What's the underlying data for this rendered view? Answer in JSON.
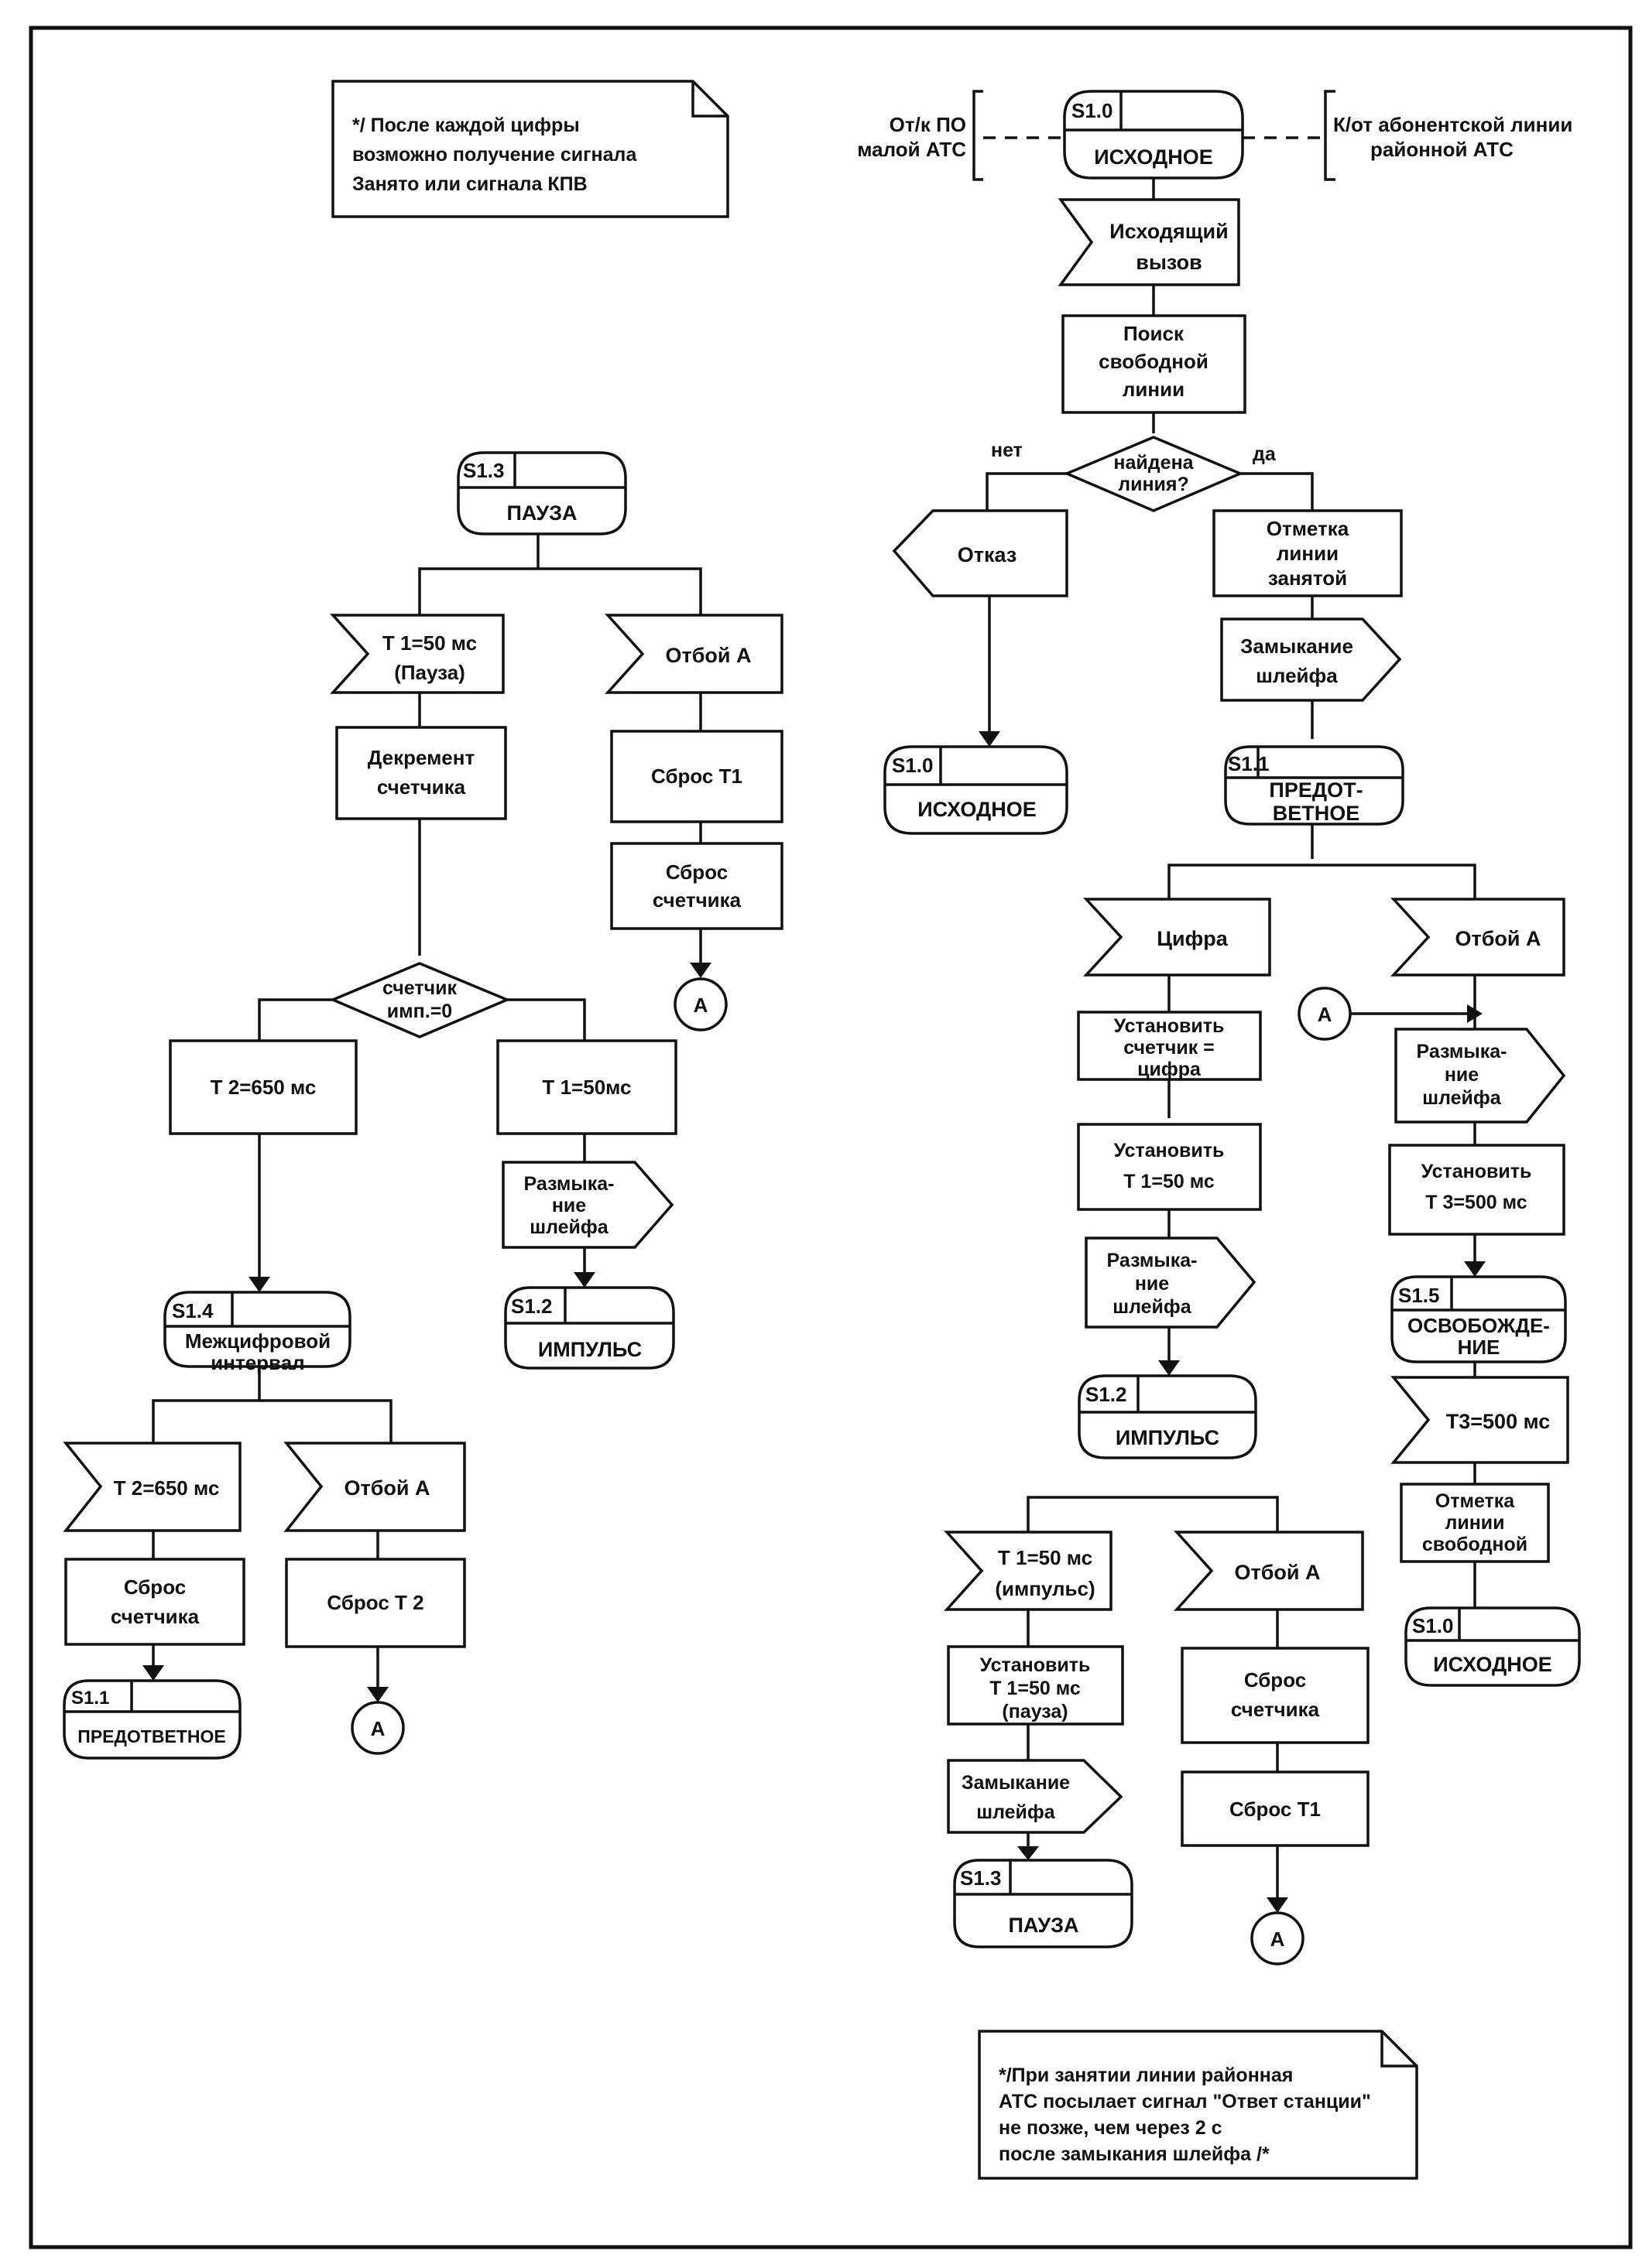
{
  "notes": {
    "top": [
      "*/ После каждой цифры",
      "возможно получение сигнала",
      "Занято или сигнала КПВ"
    ],
    "bottom": [
      "*/При занятии линии районная",
      "АТС посылает сигнал \"Ответ станции\"",
      "не позже, чем через 2 с",
      "после замыкания шлейфа /*"
    ]
  },
  "side_labels": {
    "left": [
      "От/к ПО",
      "малой АТС"
    ],
    "right": [
      "К/от абонентской линии",
      "районной АТС"
    ]
  },
  "states": {
    "s10_top": {
      "id": "S1.0",
      "name": [
        "ИСХОДНОЕ"
      ]
    },
    "s10_refuse": {
      "id": "S1.0",
      "name": [
        "ИСХОДНОЕ"
      ]
    },
    "s11_main": {
      "id": "S1.1",
      "name": [
        "ПРЕДОТ-",
        "ВЕТНОЕ"
      ]
    },
    "s12_digit": {
      "id": "S1.2",
      "name": [
        "ИМПУЛЬС"
      ]
    },
    "s15": {
      "id": "S1.5",
      "name": [
        "ОСВОБОЖДЕ-",
        "НИЕ"
      ]
    },
    "s10_release": {
      "id": "S1.0",
      "name": [
        "ИСХОДНОЕ"
      ]
    },
    "s13_bottom": {
      "id": "S1.3",
      "name": [
        "ПАУЗА"
      ]
    },
    "s13_left": {
      "id": "S1.3",
      "name": [
        "ПАУЗА"
      ]
    },
    "s12_left": {
      "id": "S1.2",
      "name": [
        "ИМПУЛЬС"
      ]
    },
    "s14": {
      "id": "S1.4",
      "name": [
        "Межцифровой",
        "интервал"
      ]
    },
    "s11_left": {
      "id": "S1.1",
      "name": [
        "ПРЕДОТВЕТНОЕ"
      ]
    }
  },
  "inputs": {
    "outgoing_call": [
      "Исходящий",
      "вызов"
    ],
    "digit": [
      "Цифра"
    ],
    "hangup_a_right": [
      "Отбой А"
    ],
    "t3_expired": [
      "Т3=500 мс"
    ],
    "t1_impulse": [
      "Т 1=50 мс",
      "(импульс)"
    ],
    "hangup_a_impulse": [
      "Отбой А"
    ],
    "t1_pause": [
      "Т 1=50 мс",
      "(Пауза)"
    ],
    "hangup_a_pause": [
      "Отбой А"
    ],
    "t2_expired": [
      "Т 2=650 мс"
    ],
    "hangup_a_interval": [
      "Отбой А"
    ]
  },
  "tasks": {
    "search_line": [
      "Поиск",
      "свободной",
      "линии"
    ],
    "mark_busy": [
      "Отметка",
      "линии",
      "занятой"
    ],
    "set_counter": [
      "Установить",
      "счетчик =",
      "цифра"
    ],
    "set_t1": [
      "Установить",
      "Т 1=50 мс"
    ],
    "set_t3": [
      "Установить",
      "Т 3=500 мс"
    ],
    "mark_free": [
      "Отметка",
      "линии",
      "свободной"
    ],
    "set_t1_pause": [
      "Установить",
      "Т 1=50 мс",
      "(пауза)"
    ],
    "reset_counter_impulse": [
      "Сброс",
      "счетчика"
    ],
    "reset_t1_impulse": [
      "Сброс Т1"
    ],
    "decrement_counter": [
      "Декремент",
      "счетчика"
    ],
    "reset_t1_pause": [
      "Сброс Т1"
    ],
    "reset_counter_pause": [
      "Сброс",
      "счетчика"
    ],
    "t2_650": [
      "Т 2=650 мс"
    ],
    "t1_50": [
      "Т 1=50мс"
    ],
    "reset_counter_interval": [
      "Сброс",
      "счетчика"
    ],
    "reset_t2": [
      "Сброс Т 2"
    ]
  },
  "outputs": {
    "refusal": [
      "Отказ"
    ],
    "close_loop_main": [
      "Замыкание",
      "шлейфа"
    ],
    "open_loop_digit": [
      "Размыка-",
      "ние",
      "шлейфа"
    ],
    "open_loop_release": [
      "Размыка-",
      "ние",
      "шлейфа"
    ],
    "close_loop_impulse": [
      "Замыкание",
      "шлейфа"
    ],
    "open_loop_pause": [
      "Размыка-",
      "ние",
      "шлейфа"
    ]
  },
  "decisions": {
    "line_found": {
      "text": [
        "найдена",
        "линия?"
      ],
      "no": "нет",
      "yes": "да"
    },
    "counter_zero": {
      "text": [
        "счетчик",
        "имп.=0"
      ]
    }
  },
  "connectors": {
    "label": "А"
  }
}
